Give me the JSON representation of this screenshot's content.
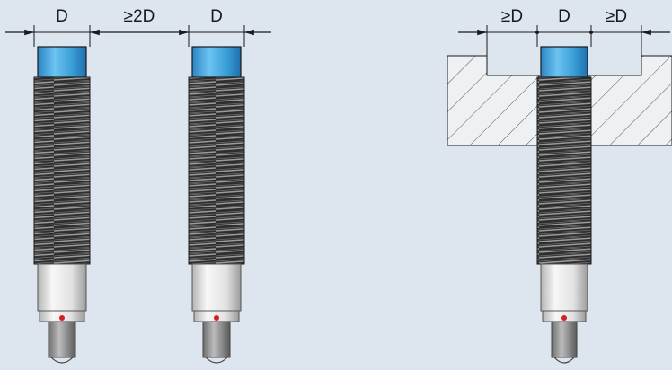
{
  "labels": {
    "left_sensor_width": "D",
    "between_sensors": "≥2D",
    "middle_sensor_width": "D",
    "flush_left_clearance": "≥D",
    "flush_sensor_width": "D",
    "flush_right_clearance": "≥D"
  },
  "colors": {
    "background": "#dde6ee",
    "sensor_face": "#3a9fd8",
    "thread": "#3a3a3a",
    "body": "#e6e6e6",
    "led": "#d42020",
    "line": "#1a1a1a"
  }
}
